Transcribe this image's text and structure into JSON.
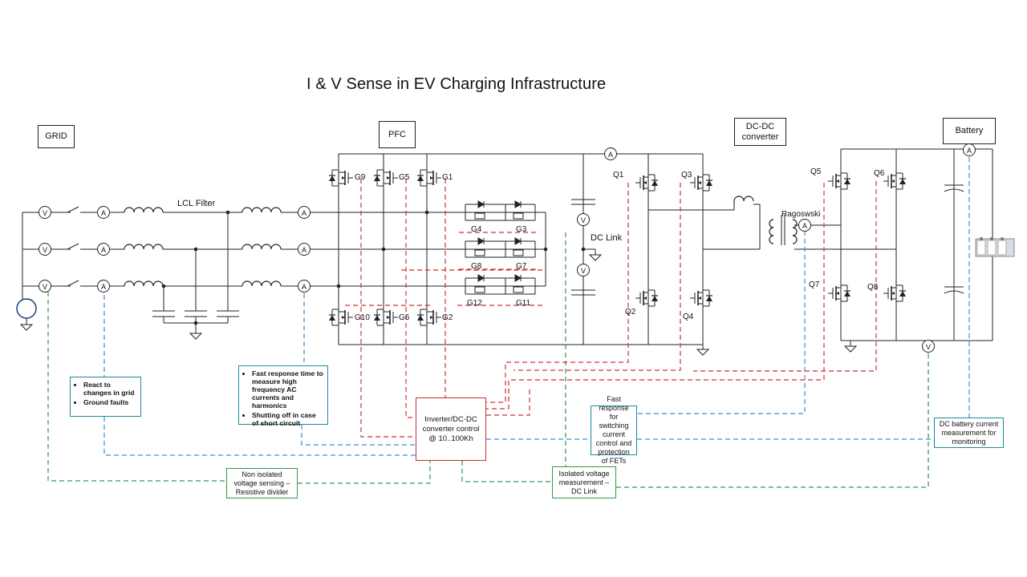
{
  "title": "I & V Sense in EV Charging Infrastructure",
  "blocks": {
    "grid": "GRID",
    "pfc": "PFC",
    "dcdc_line1": "DC-DC",
    "dcdc_line2": "converter",
    "battery": "Battery"
  },
  "labels": {
    "lcl_filter": "LCL Filter",
    "dc_link": "DC Link",
    "ragoswski": "Ragoswski"
  },
  "meters": {
    "voltage": "V",
    "current": "A"
  },
  "switches": {
    "g9": "G9",
    "g5": "G5",
    "g1": "G1",
    "g10": "G10",
    "g6": "G6",
    "g2": "G2",
    "g4": "G4",
    "g3": "G3",
    "g8": "G8",
    "g7": "G7",
    "g12": "G12",
    "g11": "G11",
    "q1": "Q1",
    "q2": "Q2",
    "q3": "Q3",
    "q4": "Q4",
    "q5": "Q5",
    "q6": "Q6",
    "q7": "Q7",
    "q8": "Q8"
  },
  "notes": {
    "grid_changes": [
      "React to changes in grid",
      "Ground faults"
    ],
    "fast_response_ac": [
      "Fast response time to measure high frequency AC currents and harmonics",
      "Shutting off in case of short circuit"
    ],
    "controller": "Inverter/DC-DC converter control @ 10..100Kh",
    "fast_response_fets": "Fast response for switching current control and protection of FETs",
    "battery_current": "DC battery current measurement for monitoring",
    "non_isolated": "Non isolated voltage sensing – Resistive divider",
    "isolated": "Isolated voltage measurement – DC Link"
  },
  "colors": {
    "wire": "#222222",
    "current_sense": "#3a8fd6",
    "voltage_sense": "#2e9a4a",
    "control": "#d23030",
    "note_border_teal": "#1c8a96"
  }
}
